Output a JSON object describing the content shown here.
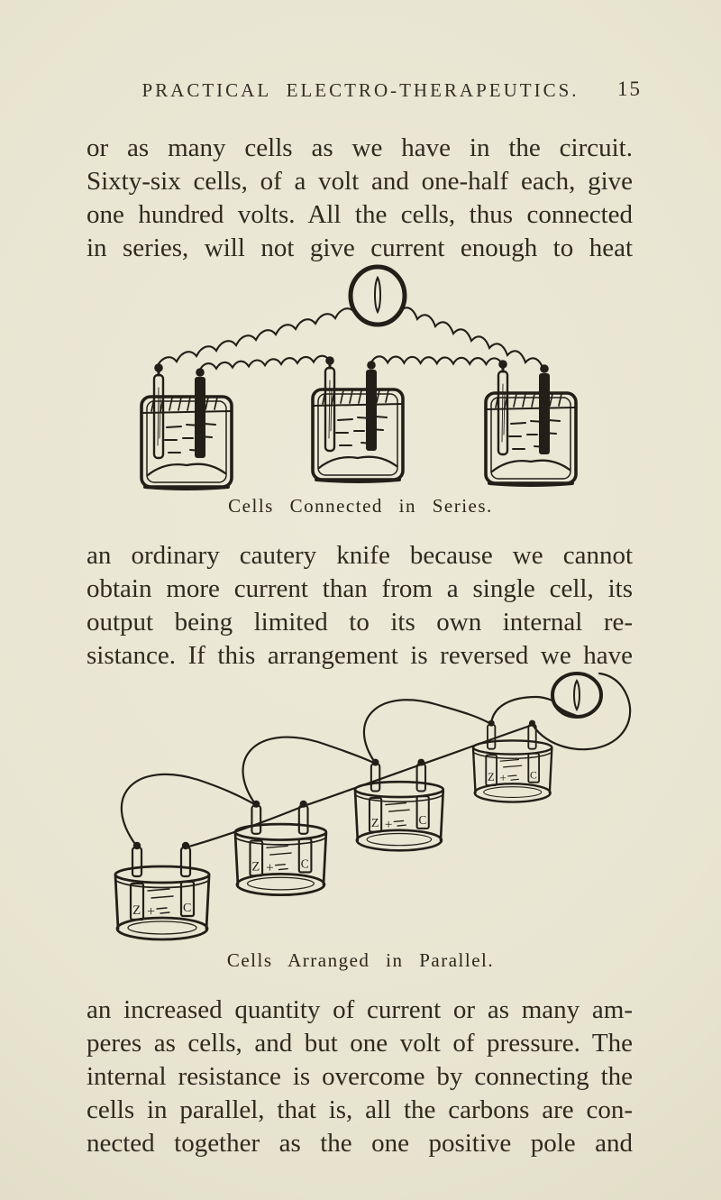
{
  "header": {
    "title": "PRACTICAL ELECTRO-THERAPEUTICS.",
    "page_number": "15"
  },
  "paragraphs": {
    "p1": {
      "lines": [
        "or as many cells as we have in the circuit.",
        "Sixty-six cells, of a volt and one-half each, give",
        "one hundred volts. All the cells, thus connected",
        "in series, will not give current enough to heat"
      ]
    },
    "p2": {
      "lines": [
        "an ordinary cautery knife because we cannot",
        "obtain more current than from a single cell, its",
        "output being limited to its own internal re-",
        "sistance. If this arrangement is reversed we have"
      ]
    },
    "p3": {
      "lines": [
        "an increased quantity of current or as many am-",
        "peres as cells, and but one volt of pressure. The",
        "internal resistance is overcome by connecting the",
        "cells in parallel, that is, all the carbons are con-",
        "nected together as the one positive pole and"
      ]
    }
  },
  "figures": {
    "series": {
      "caption": "Cells Connected in Series."
    },
    "parallel": {
      "caption": "Cells Arranged in Parallel.",
      "plate_labels": {
        "zinc": "Z",
        "plus": "+",
        "carbon": "C"
      }
    }
  },
  "colors": {
    "paper": "#e8e5d1",
    "ink": "#221f18"
  }
}
